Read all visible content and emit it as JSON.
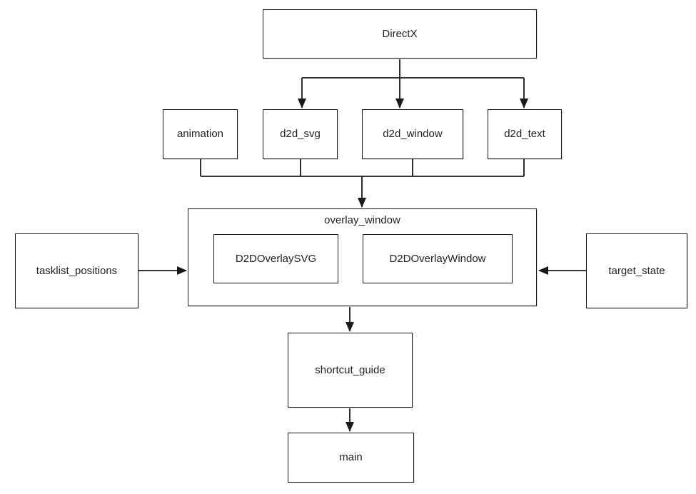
{
  "diagram": {
    "background": "#ffffff",
    "line_color": "#1a1a1a",
    "text_color": "#1f1f1f",
    "nodes": {
      "directx": {
        "label": "DirectX"
      },
      "animation": {
        "label": "animation"
      },
      "d2d_svg": {
        "label": "d2d_svg"
      },
      "d2d_window": {
        "label": "d2d_window"
      },
      "d2d_text": {
        "label": "d2d_text"
      },
      "overlay_window": {
        "label": "overlay_window"
      },
      "d2d_overlay_svg": {
        "label": "D2DOverlaySVG"
      },
      "d2d_overlay_window": {
        "label": "D2DOverlayWindow"
      },
      "tasklist_positions": {
        "label": "tasklist_positions"
      },
      "target_state": {
        "label": "target_state"
      },
      "shortcut_guide": {
        "label": "shortcut_guide"
      },
      "main": {
        "label": "main"
      }
    },
    "edges": [
      {
        "from": "DirectX",
        "to": "d2d_svg"
      },
      {
        "from": "DirectX",
        "to": "d2d_window"
      },
      {
        "from": "DirectX",
        "to": "d2d_text"
      },
      {
        "from": "animation",
        "to": "overlay_window"
      },
      {
        "from": "d2d_svg",
        "to": "overlay_window"
      },
      {
        "from": "d2d_window",
        "to": "overlay_window"
      },
      {
        "from": "d2d_text",
        "to": "overlay_window"
      },
      {
        "from": "tasklist_positions",
        "to": "overlay_window"
      },
      {
        "from": "target_state",
        "to": "overlay_window"
      },
      {
        "from": "overlay_window",
        "to": "shortcut_guide"
      },
      {
        "from": "shortcut_guide",
        "to": "main"
      }
    ]
  }
}
